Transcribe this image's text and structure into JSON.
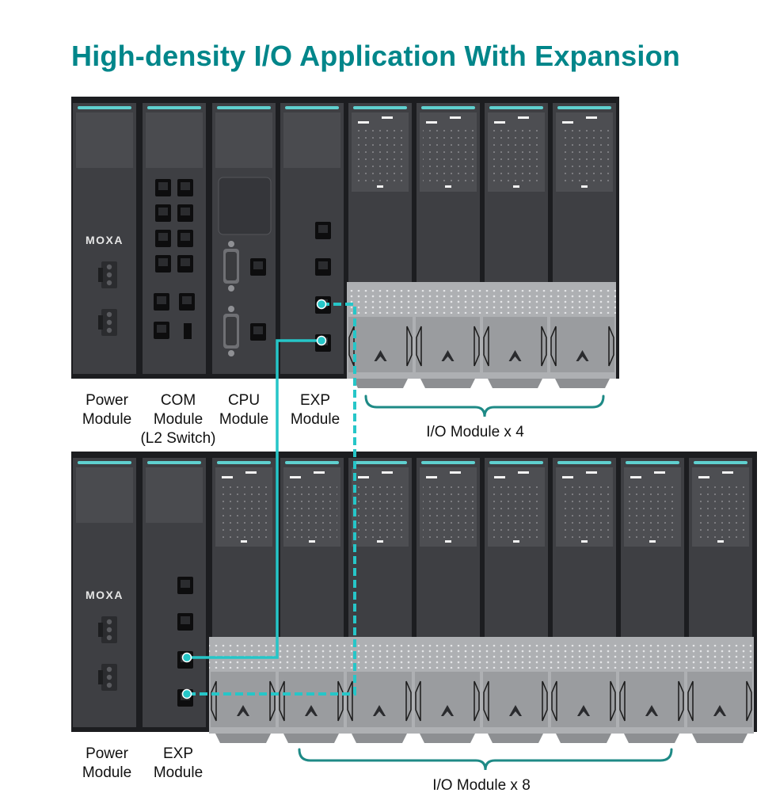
{
  "title": "High-density I/O Application With Expansion",
  "brand": "MOXA",
  "colors": {
    "title": "#00868a",
    "cable": "#26c6c8",
    "brace": "#1e8a86",
    "chassis": "#1c1d20",
    "module_body": "#3e3f43",
    "module_accent": "#5fd0cf",
    "terminal_block": "#aeb0b3"
  },
  "rack1": {
    "labels": {
      "power": [
        "Power",
        "Module"
      ],
      "com": [
        "COM",
        "Module",
        "(L2 Switch)"
      ],
      "cpu": [
        "CPU",
        "Module"
      ],
      "exp": [
        "EXP",
        "Module"
      ],
      "io": "I/O Module x 4"
    },
    "io_count": 4
  },
  "rack2": {
    "labels": {
      "power": [
        "Power",
        "Module"
      ],
      "exp": [
        "EXP",
        "Module"
      ],
      "io": "I/O Module x 8"
    },
    "io_count": 8
  },
  "connections": [
    {
      "from": "rack1.exp.port-lower",
      "to": "rack2.exp.port-upper",
      "style": "solid"
    },
    {
      "from": "rack1.exp.port-upper",
      "to": "rack2.exp.port-lower",
      "style": "dashed"
    }
  ]
}
